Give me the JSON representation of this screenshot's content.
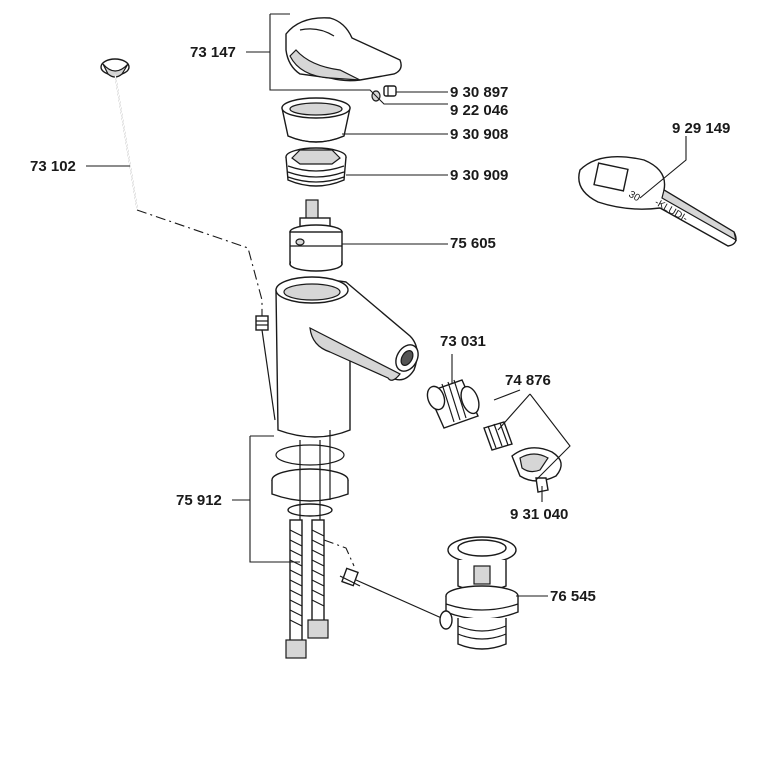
{
  "parts": [
    {
      "id": "lever",
      "label": "73 147"
    },
    {
      "id": "screw",
      "label": "9 30 897"
    },
    {
      "id": "cap",
      "label": "9 22 046"
    },
    {
      "id": "cover-ring",
      "label": "9 30 908"
    },
    {
      "id": "nut",
      "label": "9 30 909"
    },
    {
      "id": "cartridge",
      "label": "75 605"
    },
    {
      "id": "pop-up-rod",
      "label": "73 102"
    },
    {
      "id": "spanner",
      "label": "9 29 149"
    },
    {
      "id": "aerator",
      "label": "73 031"
    },
    {
      "id": "aerator-set",
      "label": "74 876"
    },
    {
      "id": "aerator-key",
      "label": "9 31 040"
    },
    {
      "id": "fixing-set",
      "label": "75 912"
    },
    {
      "id": "waste",
      "label": "76 545"
    }
  ],
  "spanner_text": {
    "size": "30",
    "brand": "-KLUDI-"
  }
}
